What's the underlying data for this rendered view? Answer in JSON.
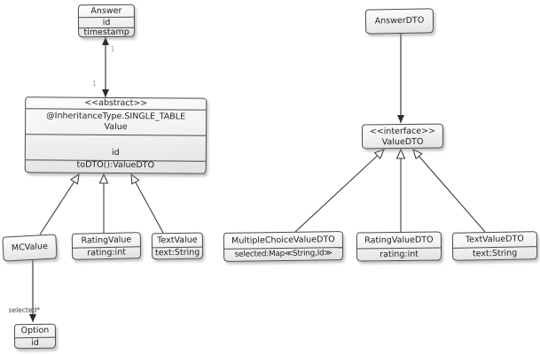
{
  "diagram": {
    "classes": {
      "answer": {
        "name": "Answer",
        "attributes": [
          "id",
          "timestamp"
        ]
      },
      "answer_dto": {
        "name": "AnswerDTO"
      },
      "value": {
        "stereotype": "<<abstract>>",
        "annotation": "@InheritanceType.SINGLE_TABLE",
        "name": "Value",
        "attributes": [
          "id"
        ],
        "operations": [
          "toDTO():ValueDTO"
        ]
      },
      "value_dto": {
        "stereotype": "<<interface>>",
        "name": "ValueDTO"
      },
      "mc_value": {
        "name": "MCValue"
      },
      "rating_value": {
        "name": "RatingValue",
        "attributes": [
          "rating:int"
        ]
      },
      "text_value": {
        "name": "TextValue",
        "attributes": [
          "text:String"
        ]
      },
      "multiple_choice_value_dto": {
        "name": "MultipleChoiceValueDTO",
        "attributes": [
          "selected:Map≪String,Id≫"
        ]
      },
      "rating_value_dto": {
        "name": "RatingValueDTO",
        "attributes": [
          "rating:int"
        ]
      },
      "text_value_dto": {
        "name": "TextValueDTO",
        "attributes": [
          "text:String"
        ]
      },
      "option": {
        "name": "Option",
        "attributes": [
          "id"
        ]
      }
    },
    "edge_labels": {
      "answer_value_top": "1",
      "answer_value_bottom": "1",
      "mcvalue_option": "selected*"
    },
    "colors": {
      "node_border": "#4a4a4a",
      "node_fill_top": "#fdfdfd",
      "node_fill_bottom": "#e2e2e2",
      "edge": "#3c3c3c",
      "multiplicity_label": "#97a1b0"
    }
  }
}
